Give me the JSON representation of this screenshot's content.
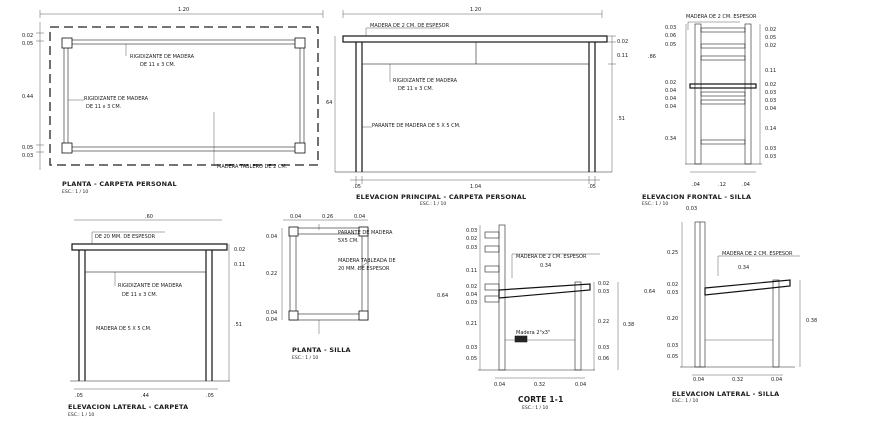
{
  "planta_carpeta": {
    "title": "PLANTA - CARPETA PERSONAL",
    "scale": "ESC.: 1 / 10",
    "dim_top": "1.20",
    "dims_left": [
      "0.02",
      "0.05",
      "0.44",
      "0.05",
      "0.03"
    ],
    "label_rigidizante_1": "RIGIDIZANTE DE MADERA",
    "label_rigidizante_1b": "DE 11 x 3 CM.",
    "label_rigidizante_2": "RIGIDIZANTE DE MADERA",
    "label_rigidizante_2b": "DE 11 x 3 CM.",
    "label_tablero": "MADERA TABLERO DE 2 CM."
  },
  "elev_principal": {
    "title": "ELEVACION PRINCIPAL - CARPETA PERSONAL",
    "scale": "ESC.: 1 / 10",
    "dim_top": "1.20",
    "dim_left": "64",
    "dims_right": [
      "0.02",
      "0.11",
      ".51"
    ],
    "dims_bottom": [
      ".05",
      "1.04",
      ".05"
    ],
    "label_madera": "MADERA DE 2 CM. DE ESPESOR",
    "label_rigidizante": "RIGIDIZANTE DE MADERA",
    "label_rigidizante_b": "DE 11 x 3 CM.",
    "label_parante": "PARANTE DE MADERA DE 5 X 5 CM."
  },
  "elev_frontal_silla": {
    "title": "ELEVACION FRONTAL - SILLA",
    "scale": "ESC.: 1 / 10",
    "label_madera": "MADERA DE 2 CM. ESPESOR",
    "dim_total": ".86",
    "dims_left": [
      "0.03",
      "0.06",
      "0.05",
      "0.02",
      "0.04",
      "0.04",
      "0.04",
      "0.34"
    ],
    "dims_right": [
      "0.02",
      "0.05",
      "0.02",
      "0.11",
      "0.02",
      "0.03",
      "0.03",
      "0.04",
      "0.14",
      "0.03",
      "0.03"
    ],
    "dims_bottom": [
      ".04",
      ".12",
      ".04"
    ]
  },
  "elev_lateral_carpeta": {
    "title": "ELEVACION LATERAL - CARPETA",
    "scale": "ESC.: 1 / 10",
    "dim_top": ".60",
    "dims_right": [
      "0.02",
      "0.11",
      ".51"
    ],
    "dims_bottom": [
      ".05",
      ".44",
      ".05"
    ],
    "label_madera": "DE 20 MM. DE ESPESOR",
    "label_rigidizante": "RIGIDIZANTE DE MADERA",
    "label_rigidizante_b": "DE 11 x 3 CM.",
    "label_parante": "MADERA DE 5 X 5 CM."
  },
  "planta_silla": {
    "title": "PLANTA - SILLA",
    "scale": "ESC.: 1 / 10",
    "dims_top": [
      "0.04",
      "0.26",
      "0.04"
    ],
    "dims_left": [
      "0.04",
      "0.22",
      "0.04",
      "0.04"
    ],
    "label_parante": "PARANTE DE MADERA",
    "label_parante_b": "5X5 CM.",
    "label_tableada": "MADERA TABLEADA DE",
    "label_tableada_b": "20 MM. DE ESPESOR"
  },
  "corte_1_1": {
    "title": "CORTE 1-1",
    "scale": "ESC.: 1 / 10",
    "label_madera": "MADERA DE 2 CM. ESPESOR",
    "label_small": "Madera 2\"x3\"",
    "dim_total": "0.64",
    "dims_left": [
      "0.03",
      "0.02",
      "0.03",
      "0.11",
      "0.02",
      "0.04",
      "0.03",
      "0.21",
      "0.03",
      "0.05"
    ],
    "dims_right": [
      "0.02",
      "0.03",
      "0.22",
      "0.03",
      "0.06"
    ],
    "dim_seat": "0.34",
    "dim_right_total": "0.38",
    "dims_bottom": [
      "0.04",
      "0.32",
      "0.04"
    ]
  },
  "elev_lateral_silla": {
    "title": "ELEVACION LATERAL - SILLA",
    "scale": "ESC.: 1 / 10",
    "label_madera": "MADERA DE 2 CM. ESPESOR",
    "dim_top": "0.03",
    "dim_total": "0.64",
    "dims_left": [
      "0.25",
      "0.02",
      "0.03",
      "0.20",
      "0.03",
      "0.05"
    ],
    "dim_seat": "0.34",
    "dim_right": "0.38",
    "dims_bottom": [
      "0.04",
      "0.32",
      "0.04"
    ]
  }
}
